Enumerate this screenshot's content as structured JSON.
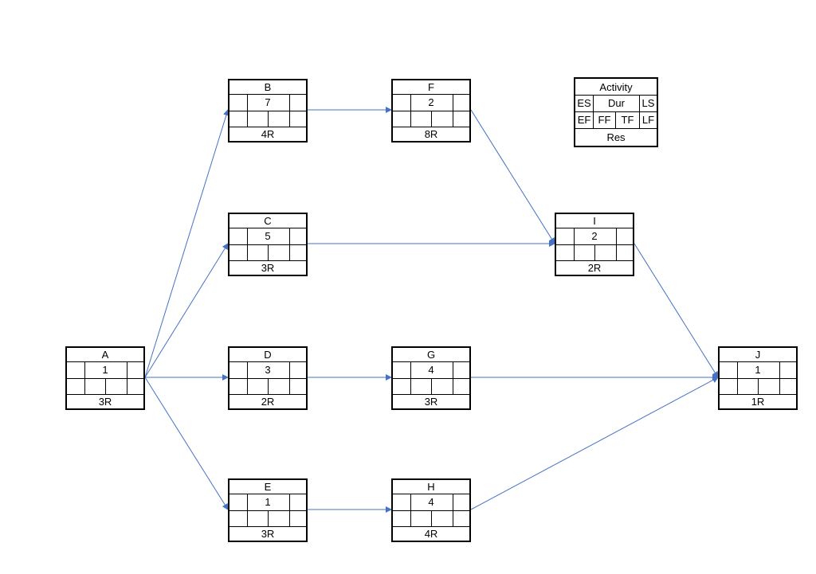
{
  "legend": {
    "title": "Activity",
    "es": "ES",
    "dur": "Dur",
    "ls": "LS",
    "ef": "EF",
    "ff": "FF",
    "tf": "TF",
    "lf": "LF",
    "res": "Res"
  },
  "nodes": {
    "A": {
      "name": "A",
      "dur": "1",
      "res": "3R"
    },
    "B": {
      "name": "B",
      "dur": "7",
      "res": "4R"
    },
    "C": {
      "name": "C",
      "dur": "5",
      "res": "3R"
    },
    "D": {
      "name": "D",
      "dur": "3",
      "res": "2R"
    },
    "E": {
      "name": "E",
      "dur": "1",
      "res": "3R"
    },
    "F": {
      "name": "F",
      "dur": "2",
      "res": "8R"
    },
    "G": {
      "name": "G",
      "dur": "4",
      "res": "3R"
    },
    "H": {
      "name": "H",
      "dur": "4",
      "res": "4R"
    },
    "I": {
      "name": "I",
      "dur": "2",
      "res": "2R"
    },
    "J": {
      "name": "J",
      "dur": "1",
      "res": "1R"
    }
  },
  "edges": [
    {
      "from": "A",
      "to": "B"
    },
    {
      "from": "A",
      "to": "C"
    },
    {
      "from": "A",
      "to": "D"
    },
    {
      "from": "A",
      "to": "E"
    },
    {
      "from": "B",
      "to": "F"
    },
    {
      "from": "F",
      "to": "I"
    },
    {
      "from": "C",
      "to": "I"
    },
    {
      "from": "D",
      "to": "G"
    },
    {
      "from": "E",
      "to": "H"
    },
    {
      "from": "I",
      "to": "J"
    },
    {
      "from": "G",
      "to": "J"
    },
    {
      "from": "H",
      "to": "J"
    }
  ],
  "colors": {
    "arrow": "#4472C4",
    "border": "#000000"
  }
}
